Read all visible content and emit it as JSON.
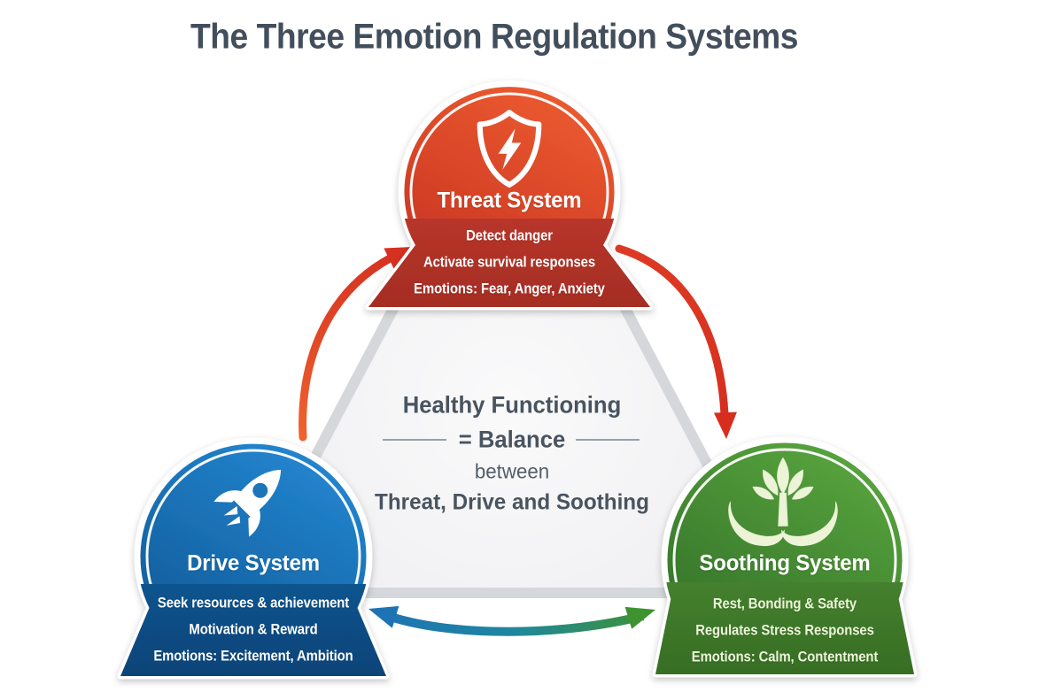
{
  "title": "The Three Emotion Regulation Systems",
  "center_label": {
    "line1": "Healthy Functioning",
    "line2": "= Balance",
    "line3": "between",
    "line4": "Threat, Drive and Soothing"
  },
  "systems": {
    "threat": {
      "name": "Threat System",
      "icon": "shield-lightning-icon",
      "functions": [
        "Detect danger",
        "Activate survival responses",
        "Emotions: Fear, Anger, Anxiety"
      ],
      "color_main": "#da3d26",
      "color_banner": "#b03227"
    },
    "drive": {
      "name": "Drive System",
      "icon": "rocket-icon",
      "functions": [
        "Seek resources & achievement",
        "Motivation & Reward",
        "Emotions: Excitement, Ambition"
      ],
      "color_main": "#1a73b8",
      "color_banner": "#0f4d85"
    },
    "soothing": {
      "name": "Soothing System",
      "icon": "lotus-hands-icon",
      "functions": [
        "Rest, Bonding & Safety",
        "Regulates Stress Responses",
        "Emotions: Calm, Contentment"
      ],
      "color_main": "#45913a",
      "color_banner": "#3d772b"
    }
  },
  "arrows": {
    "drive_to_threat_color": "#e1492a",
    "threat_to_soothing_color": "#d93120",
    "drive_soothing_colors": [
      "#1e73b4",
      "#3e9331"
    ]
  },
  "triangle_color": "#efeff2",
  "background_color": "#ffffff",
  "title_color": "#434e5c"
}
